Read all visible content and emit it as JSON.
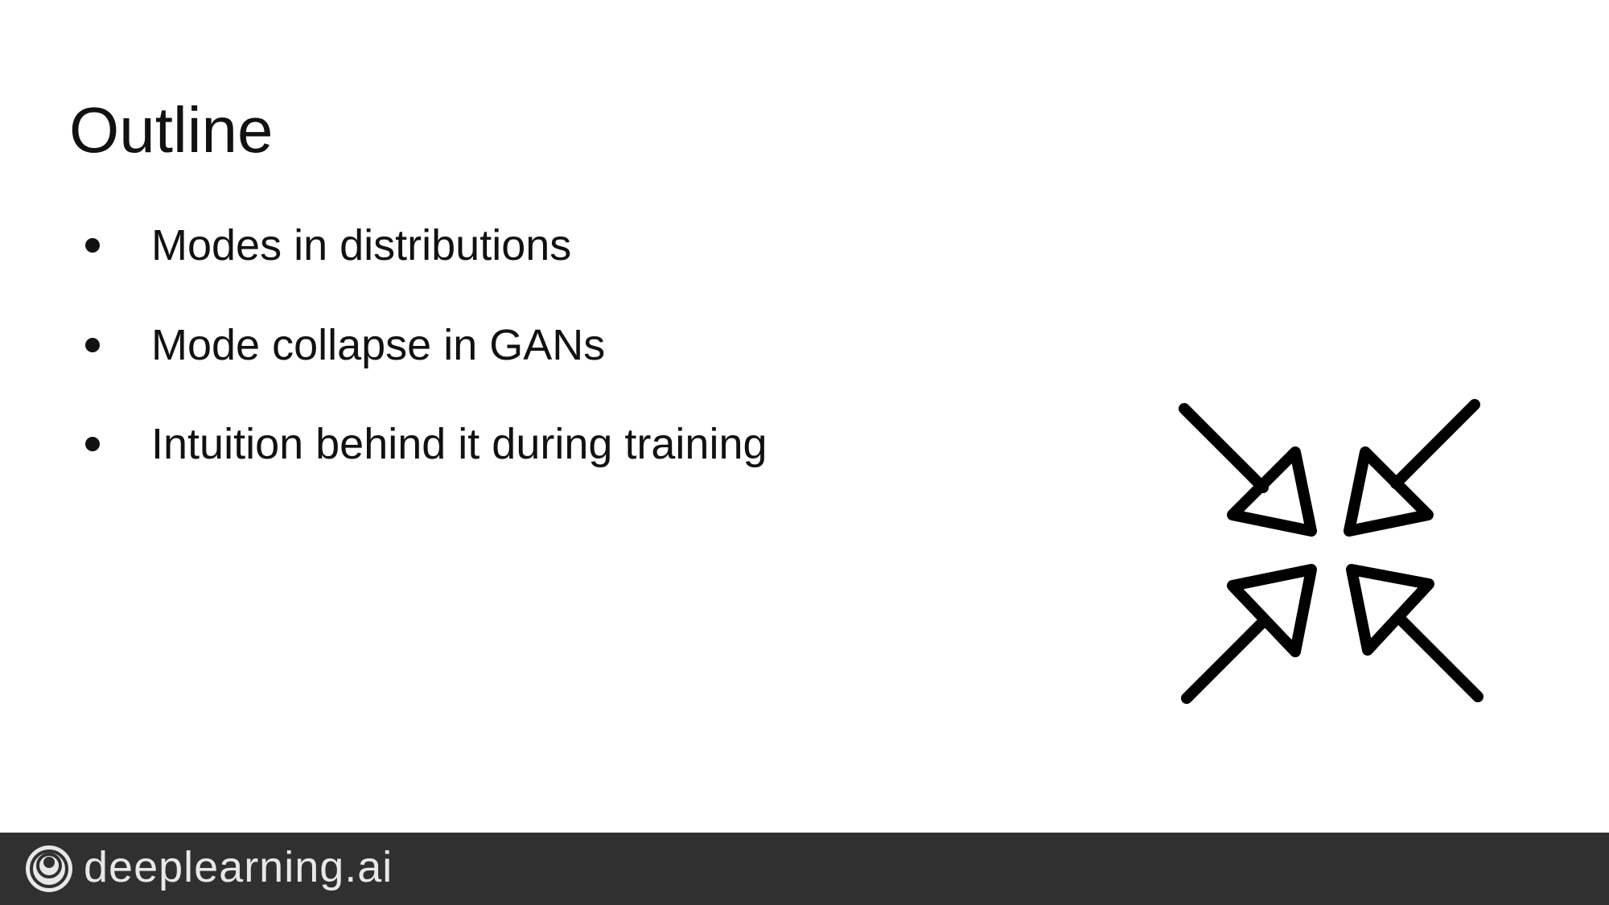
{
  "slide": {
    "title": "Outline",
    "bullets": [
      {
        "text": "Modes in distributions"
      },
      {
        "text": "Mode collapse in GANs"
      },
      {
        "text": "Intuition behind it during training"
      }
    ],
    "graphic": {
      "icon": "collapse-arrows-icon",
      "color": "#000000"
    }
  },
  "footer": {
    "brand": "deeplearning.ai",
    "background": "#303030",
    "logo_icon": "deeplearning-logo-icon"
  }
}
